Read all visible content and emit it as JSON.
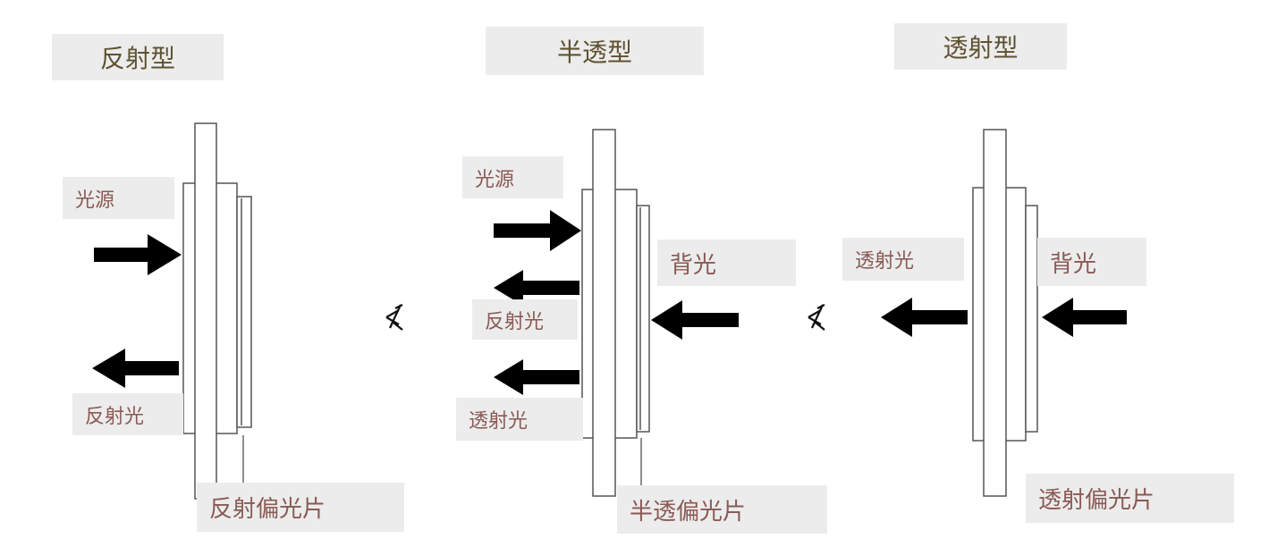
{
  "panels": [
    {
      "title": "反射型",
      "labels": {
        "light_source": "光源",
        "reflected": "反射光",
        "polarizer": "反射偏光片"
      }
    },
    {
      "title": "半透型",
      "labels": {
        "light_source": "光源",
        "reflected": "反射光",
        "transmitted": "透射光",
        "backlight": "背光",
        "polarizer": "半透偏光片"
      }
    },
    {
      "title": "透射型",
      "labels": {
        "transmitted": "透射光",
        "backlight": "背光",
        "polarizer": "透射偏光片"
      }
    }
  ],
  "eye_glyph": "ᚸ",
  "colors": {
    "label_bg": "#ececec",
    "label_text": "#8a5a55",
    "title_text": "#5e5232",
    "arrow": "#000000"
  }
}
